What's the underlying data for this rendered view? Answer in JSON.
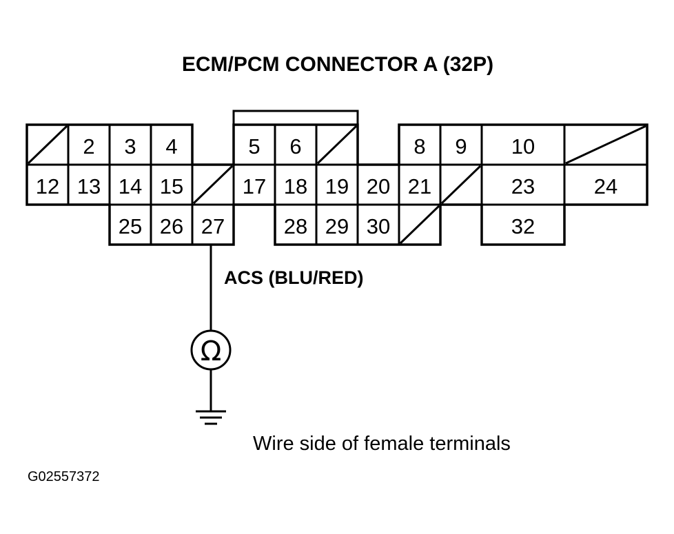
{
  "title": "ECM/PCM CONNECTOR A (32P)",
  "terminals": {
    "t2": "2",
    "t3": "3",
    "t4": "4",
    "t5": "5",
    "t6": "6",
    "t8": "8",
    "t9": "9",
    "t10": "10",
    "t12": "12",
    "t13": "13",
    "t14": "14",
    "t15": "15",
    "t17": "17",
    "t18": "18",
    "t19": "19",
    "t20": "20",
    "t21": "21",
    "t23": "23",
    "t24": "24",
    "t25": "25",
    "t26": "26",
    "t27": "27",
    "t28": "28",
    "t29": "29",
    "t30": "30",
    "t32": "32"
  },
  "wire_label": "ACS (BLU/RED)",
  "meter_symbol": "Ω",
  "caption": "Wire side of female terminals",
  "figure_id": "G02557372"
}
